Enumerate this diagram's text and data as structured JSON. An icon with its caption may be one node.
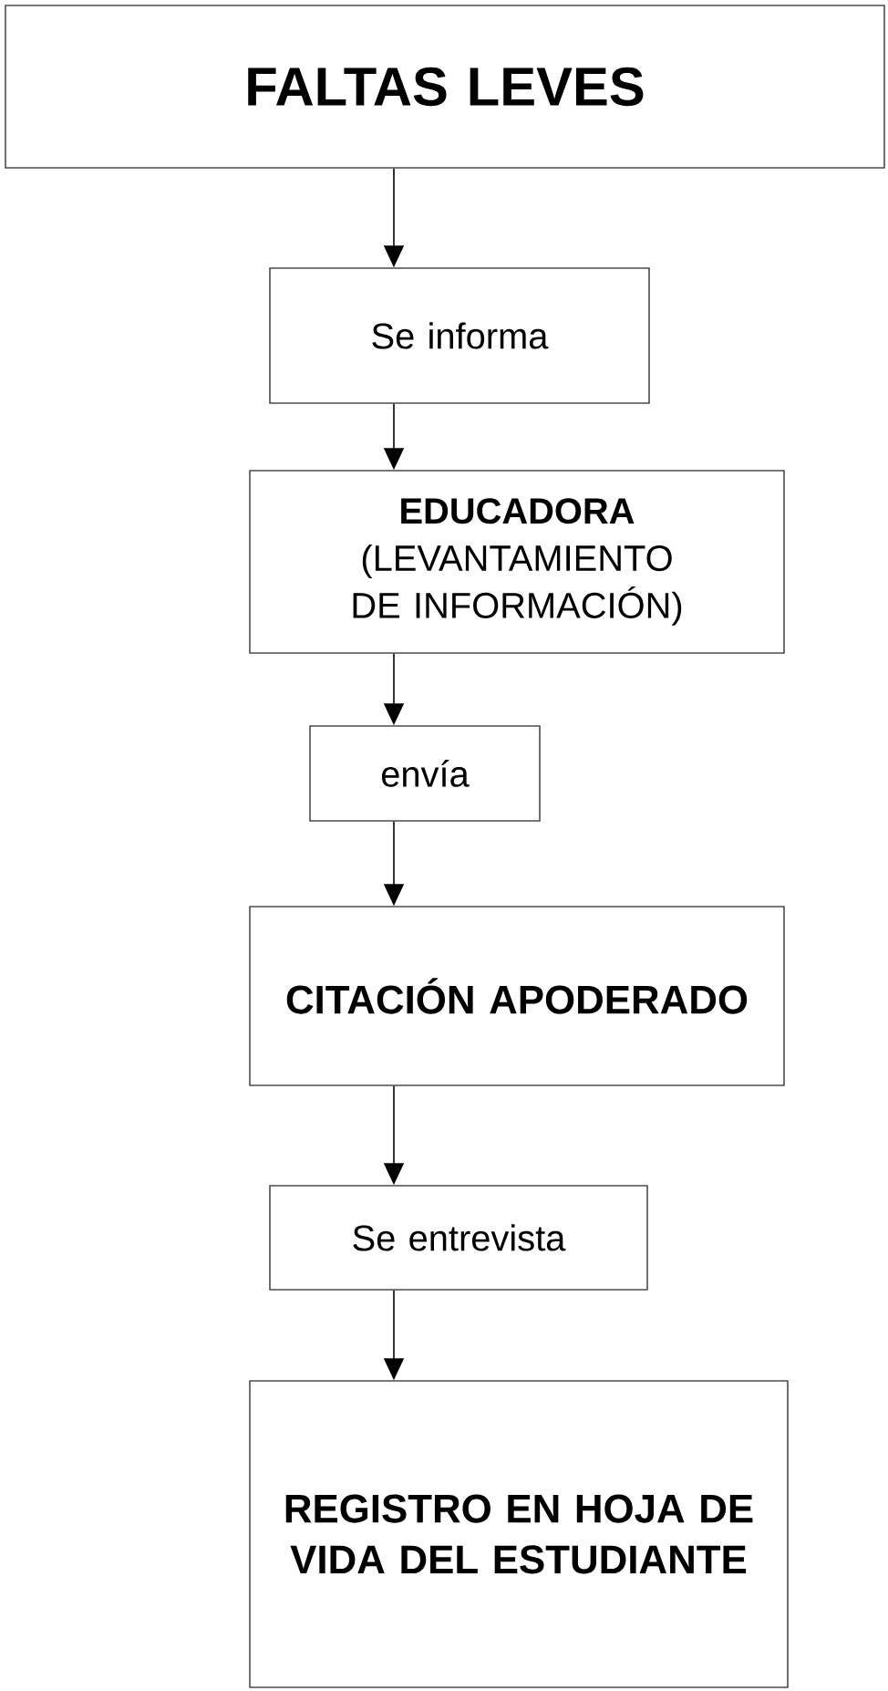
{
  "diagram": {
    "nodes": [
      {
        "text": [
          "FALTAS LEVES"
        ]
      },
      {
        "text": [
          "Se informa"
        ]
      },
      {
        "text": [
          "EDUCADORA",
          "(LEVANTAMIENTO DE INFORMACIÓN)"
        ]
      },
      {
        "text": [
          "envía"
        ]
      },
      {
        "text": [
          "CITACIÓN APODERADO"
        ]
      },
      {
        "text": [
          "Se entrevista"
        ]
      },
      {
        "text": [
          "REGISTRO EN HOJA DE VIDA DEL ESTUDIANTE"
        ]
      }
    ],
    "edges": [
      {
        "from": 0,
        "to": 1,
        "arrow": "to"
      },
      {
        "from": 1,
        "to": 2,
        "arrow": "to"
      },
      {
        "from": 2,
        "to": 3,
        "arrow": "to"
      },
      {
        "from": 3,
        "to": 4,
        "arrow": "to"
      },
      {
        "from": 4,
        "to": 5,
        "arrow": "to"
      },
      {
        "from": 5,
        "to": 6,
        "arrow": "to"
      }
    ]
  }
}
